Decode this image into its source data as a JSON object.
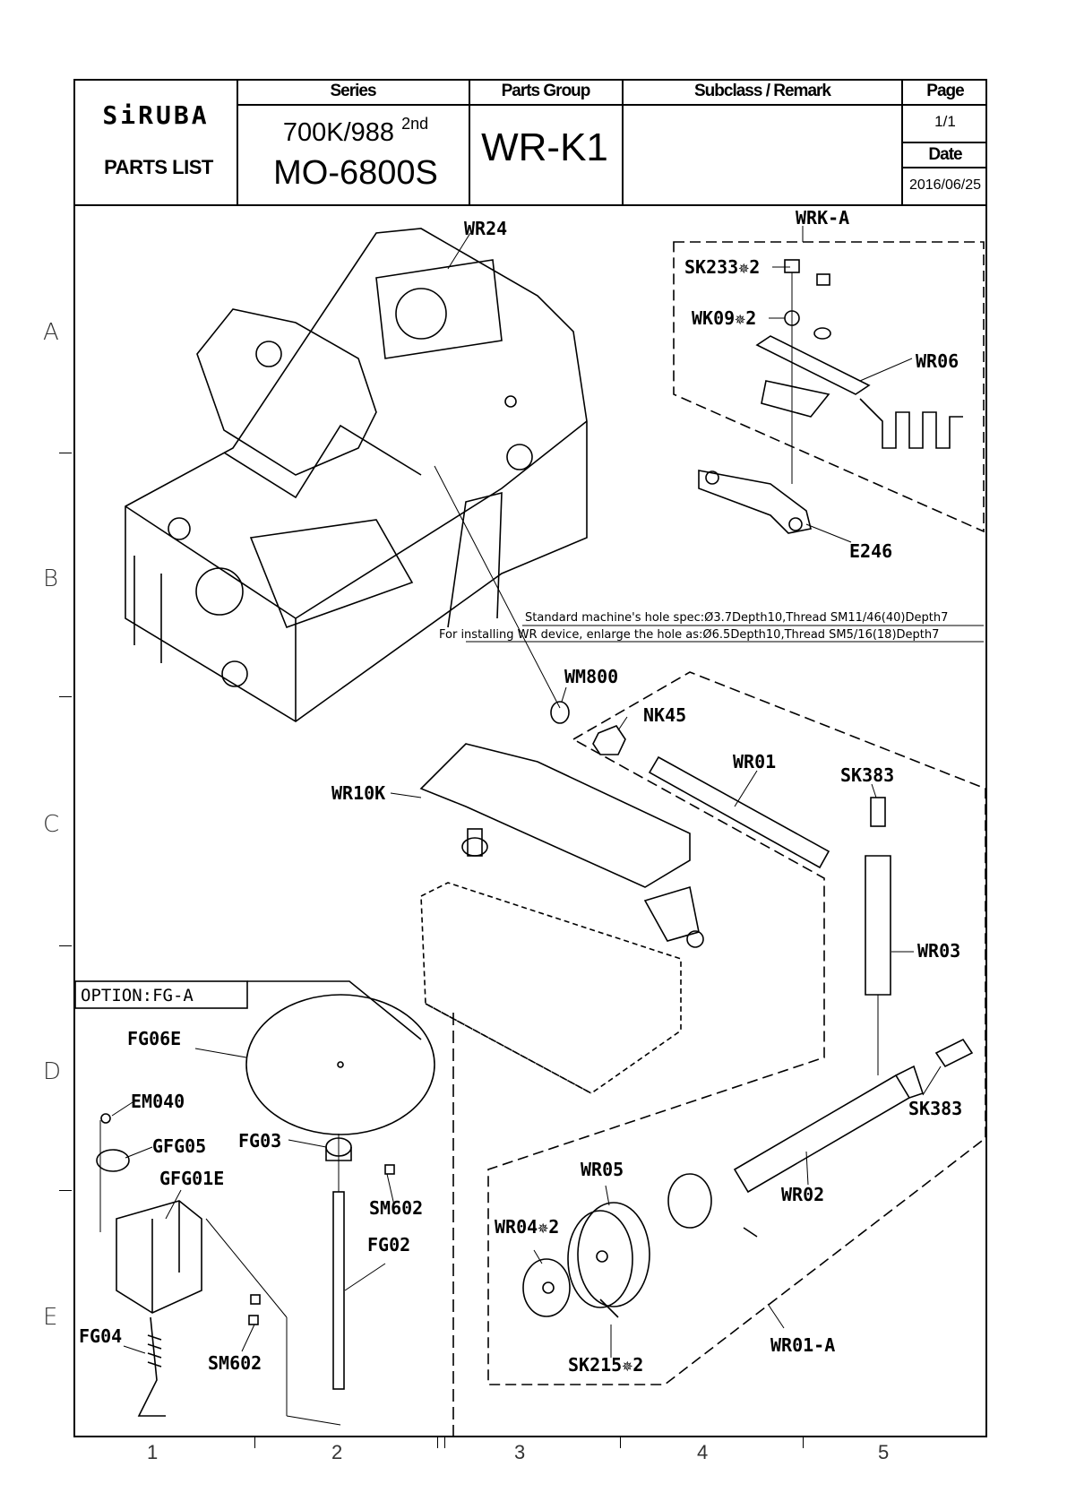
{
  "header": {
    "logo": "SiRUBA",
    "doc_title": "PARTS LIST",
    "series_label": "Series",
    "series_line1": "700K/988",
    "series_line1_sup": "2nd",
    "series_line2": "MO-6800S",
    "parts_group_label": "Parts Group",
    "parts_group": "WR-K1",
    "subclass_label": "Subclass / Remark",
    "subclass": "",
    "page_label": "Page",
    "page": "1/1",
    "date_label": "Date",
    "date": "2016/06/25"
  },
  "grid": {
    "rows": [
      "A",
      "B",
      "C",
      "D",
      "E"
    ],
    "columns": [
      "1",
      "2",
      "3",
      "4",
      "5"
    ]
  },
  "notes": {
    "spec_line1": "Standard machine's hole spec:Ø3.7Depth10,Thread SM11/46(40)Depth7",
    "spec_line2": "For installing WR device, enlarge the hole as:Ø6.5Depth10,Thread SM5/16(18)Depth7",
    "option_box": "OPTION:FG-A"
  },
  "callouts": {
    "WR24": "WR24",
    "WRK_A": "WRK-A",
    "SK233": "SK233✵2",
    "WK09": "WK09✵2",
    "WR06": "WR06",
    "E246": "E246",
    "WM800": "WM800",
    "NK45": "NK45",
    "WR01": "WR01",
    "SK383_top": "SK383",
    "WR10K": "WR10K",
    "WR03": "WR03",
    "FG06E": "FG06E",
    "EM040": "EM040",
    "GFG05": "GFG05",
    "FG03": "FG03",
    "GFG01E": "GFG01E",
    "SM602_a": "SM602",
    "FG02": "FG02",
    "FG04": "FG04",
    "SM602_b": "SM602",
    "SK383_bottom": "SK383",
    "WR05": "WR05",
    "WR02": "WR02",
    "WR04": "WR04✵2",
    "SK215": "SK215✵2",
    "WR01_A": "WR01-A"
  }
}
